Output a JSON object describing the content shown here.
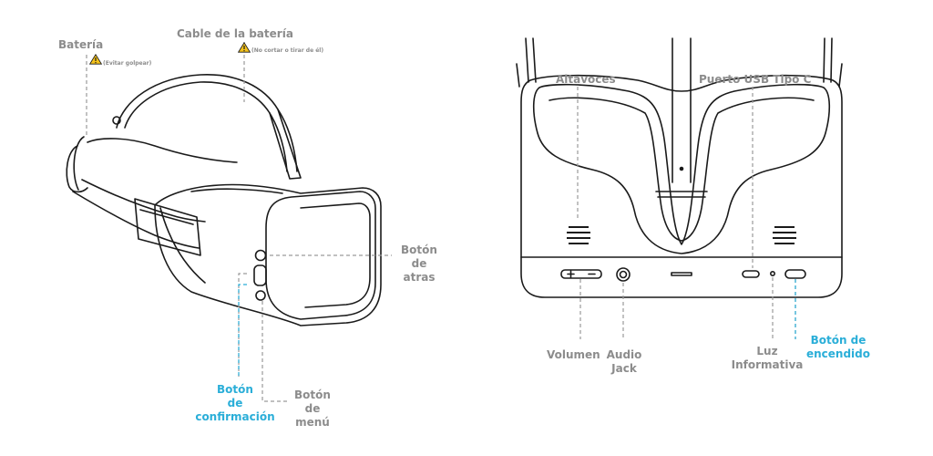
{
  "left_view": {
    "bateria": {
      "label": "Batería",
      "note": "(Evitar golpear)"
    },
    "cable": {
      "label": "Cable de la batería",
      "note": "(No cortar o tirar de él)"
    },
    "boton_atras": {
      "line1": "Botón",
      "line2": "de",
      "line3": "atras"
    },
    "boton_confirmacion": {
      "line1": "Botón",
      "line2": "de",
      "line3": "confirmación"
    },
    "boton_menu": {
      "line1": "Botón",
      "line2": "de",
      "line3": "menú"
    }
  },
  "right_view": {
    "altavoces": "Altavoces",
    "puerto_usb": "Puerto USB Tipo C",
    "volumen": "Volumen",
    "audio_jack": {
      "line1": "Audio",
      "line2": "Jack"
    },
    "luz": {
      "line1": "Luz",
      "line2": "Informativa"
    },
    "boton_encendido": {
      "line1": "Botón de",
      "line2": "encendido"
    }
  },
  "colors": {
    "line": "#1a1a1a",
    "leader": "#9a9a9a",
    "label_gray": "#8c8c8c",
    "label_highlight": "#2aaed8",
    "warning_fill": "#f4c21b"
  }
}
